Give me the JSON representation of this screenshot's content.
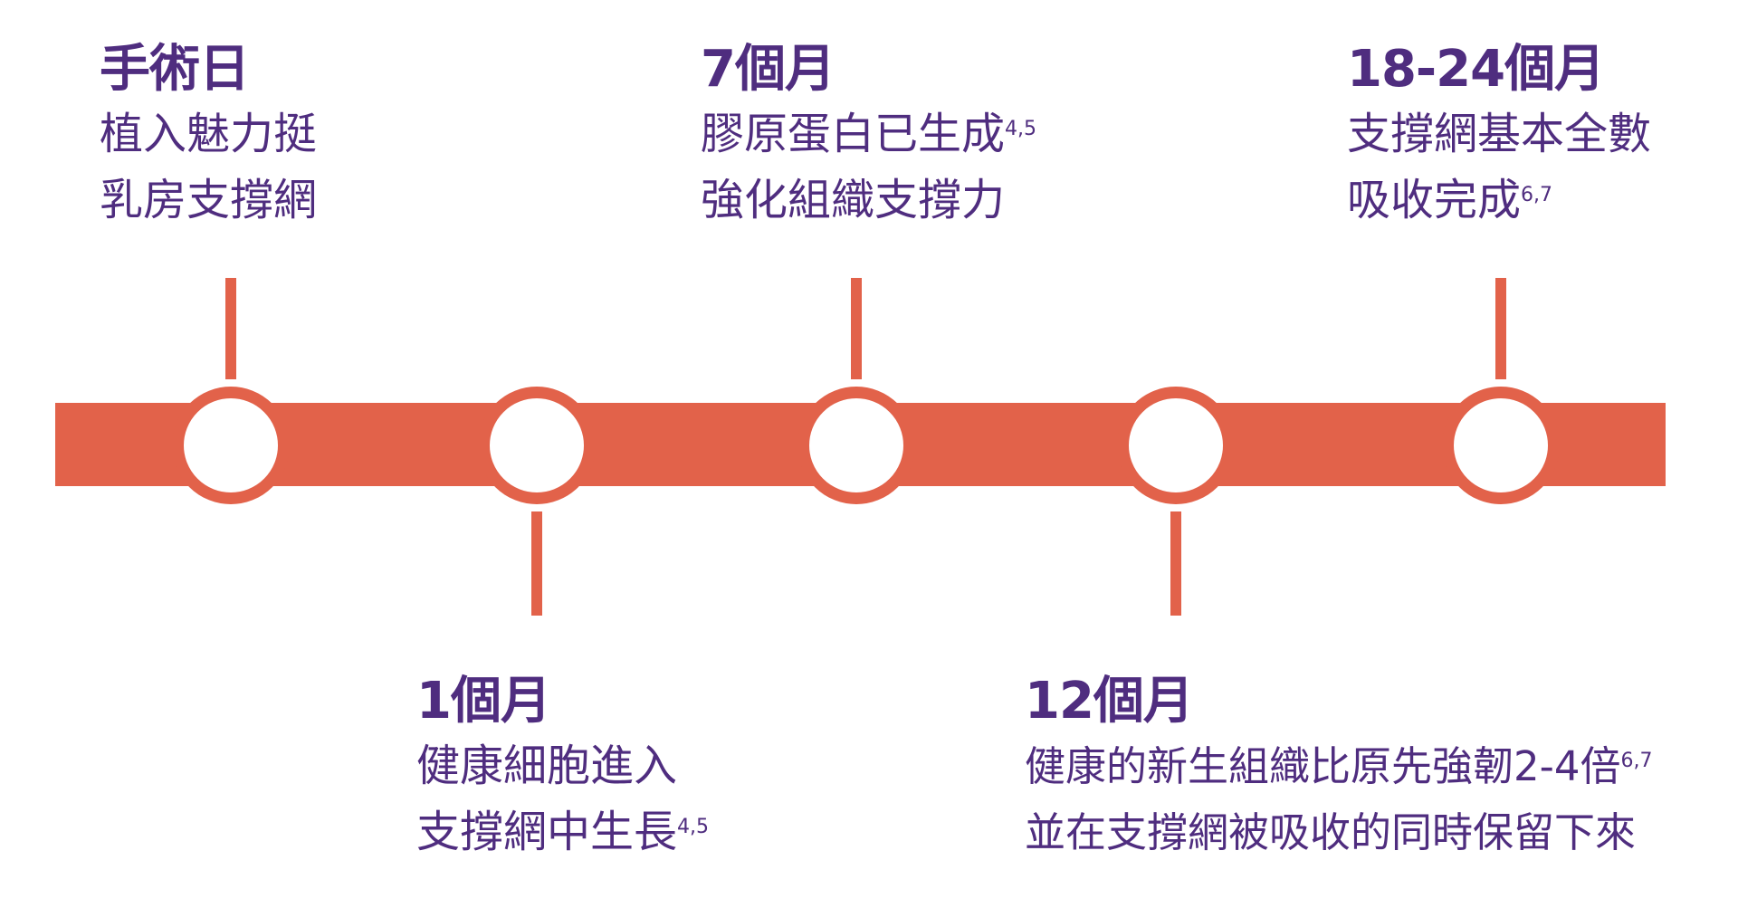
{
  "colors": {
    "accent": "#e2624a",
    "text": "#4f2d7f"
  },
  "milestones": [
    {
      "title": "手術日",
      "lines": [
        "植入魅力挺",
        "乳房支撐網"
      ],
      "refs": [
        "",
        ""
      ]
    },
    {
      "title": "1個月",
      "lines": [
        "健康細胞進入",
        "支撐網中生長"
      ],
      "refs": [
        "",
        "4,5"
      ]
    },
    {
      "title": "7個月",
      "lines": [
        "膠原蛋白已生成",
        "強化組織支撐力"
      ],
      "refs": [
        "4,5",
        ""
      ]
    },
    {
      "title": "12個月",
      "lines": [
        "健康的新生組織比原先強韌2-4倍",
        "並在支撐網被吸收的同時保留下來"
      ],
      "refs": [
        "6,7",
        ""
      ]
    },
    {
      "title": "18-24個月",
      "lines": [
        "支撐網基本全數",
        "吸收完成"
      ],
      "refs": [
        "",
        "6,7"
      ]
    }
  ]
}
